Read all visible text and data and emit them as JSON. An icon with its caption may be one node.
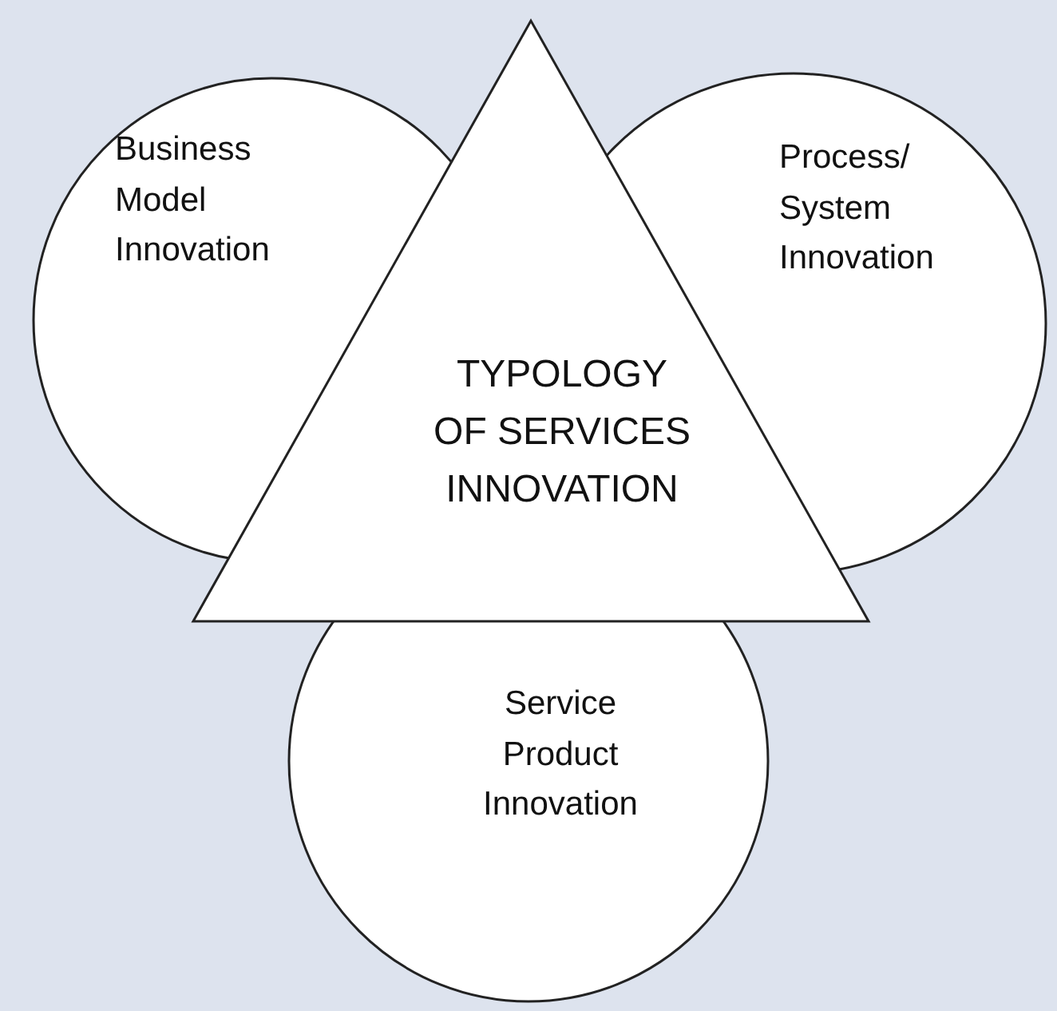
{
  "diagram": {
    "nodes": [
      {
        "text": [
          "Business Model Innovation"
        ]
      },
      {
        "text": [
          "Process/ System Innovation"
        ]
      },
      {
        "text": [
          "TYPOLOGY OF SERVICES INNOVATION"
        ]
      },
      {
        "text": [
          "Service Product Innovation"
        ]
      }
    ]
  }
}
